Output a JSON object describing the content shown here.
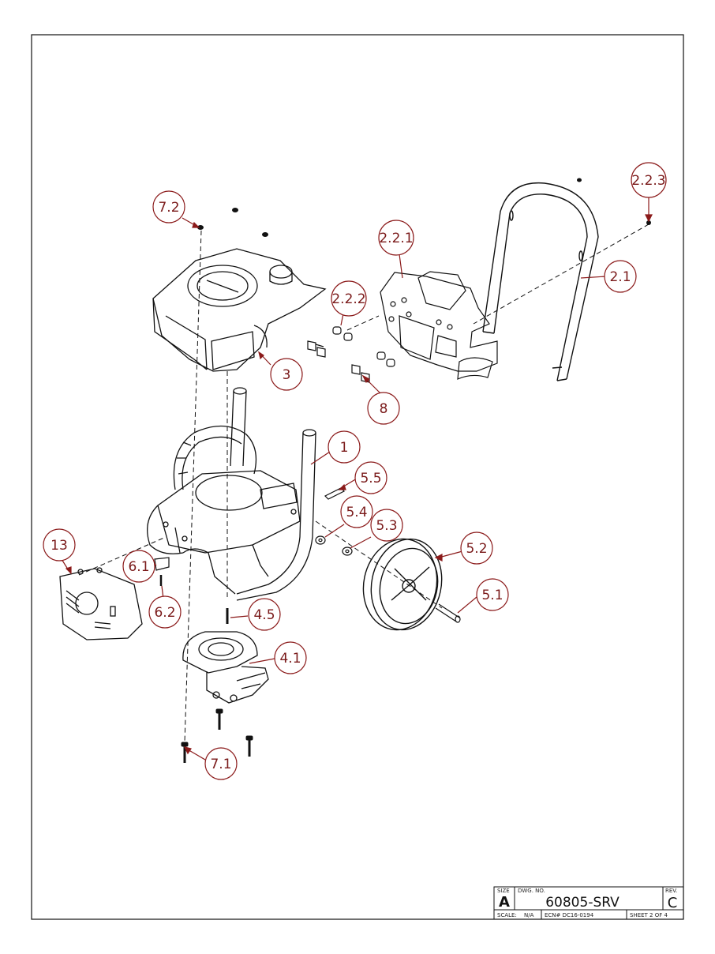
{
  "callouts": [
    {
      "id": "c13",
      "label": "13"
    },
    {
      "id": "c6_1",
      "label": "6.1"
    },
    {
      "id": "c6_2",
      "label": "6.2"
    },
    {
      "id": "c7_2",
      "label": "7.2"
    },
    {
      "id": "c3",
      "label": "3"
    },
    {
      "id": "c2_2_1",
      "label": "2.2.1"
    },
    {
      "id": "c2_2_2",
      "label": "2.2.2"
    },
    {
      "id": "c2_2_3",
      "label": "2.2.3"
    },
    {
      "id": "c2_1",
      "label": "2.1"
    },
    {
      "id": "c8",
      "label": "8"
    },
    {
      "id": "c1",
      "label": "1"
    },
    {
      "id": "c5_5",
      "label": "5.5"
    },
    {
      "id": "c5_4",
      "label": "5.4"
    },
    {
      "id": "c5_3",
      "label": "5.3"
    },
    {
      "id": "c5_2",
      "label": "5.2"
    },
    {
      "id": "c5_1",
      "label": "5.1"
    },
    {
      "id": "c4_5",
      "label": "4.5"
    },
    {
      "id": "c4_1",
      "label": "4.1"
    },
    {
      "id": "c7_1",
      "label": "7.1"
    }
  ],
  "title_block": {
    "size_label": "SIZE",
    "size_value": "A",
    "dwg_no_label": "DWG. NO.",
    "dwg_no_value": "60805-SRV",
    "rev_label": "REV.",
    "rev_value": "C",
    "scale_label": "SCALE:",
    "scale_value": "N/A",
    "ecn": "ECN# DC16-0194",
    "sheet": "SHEET 2 OF 4"
  },
  "colors": {
    "callout": "#8b1a1a",
    "line": "#111111"
  }
}
